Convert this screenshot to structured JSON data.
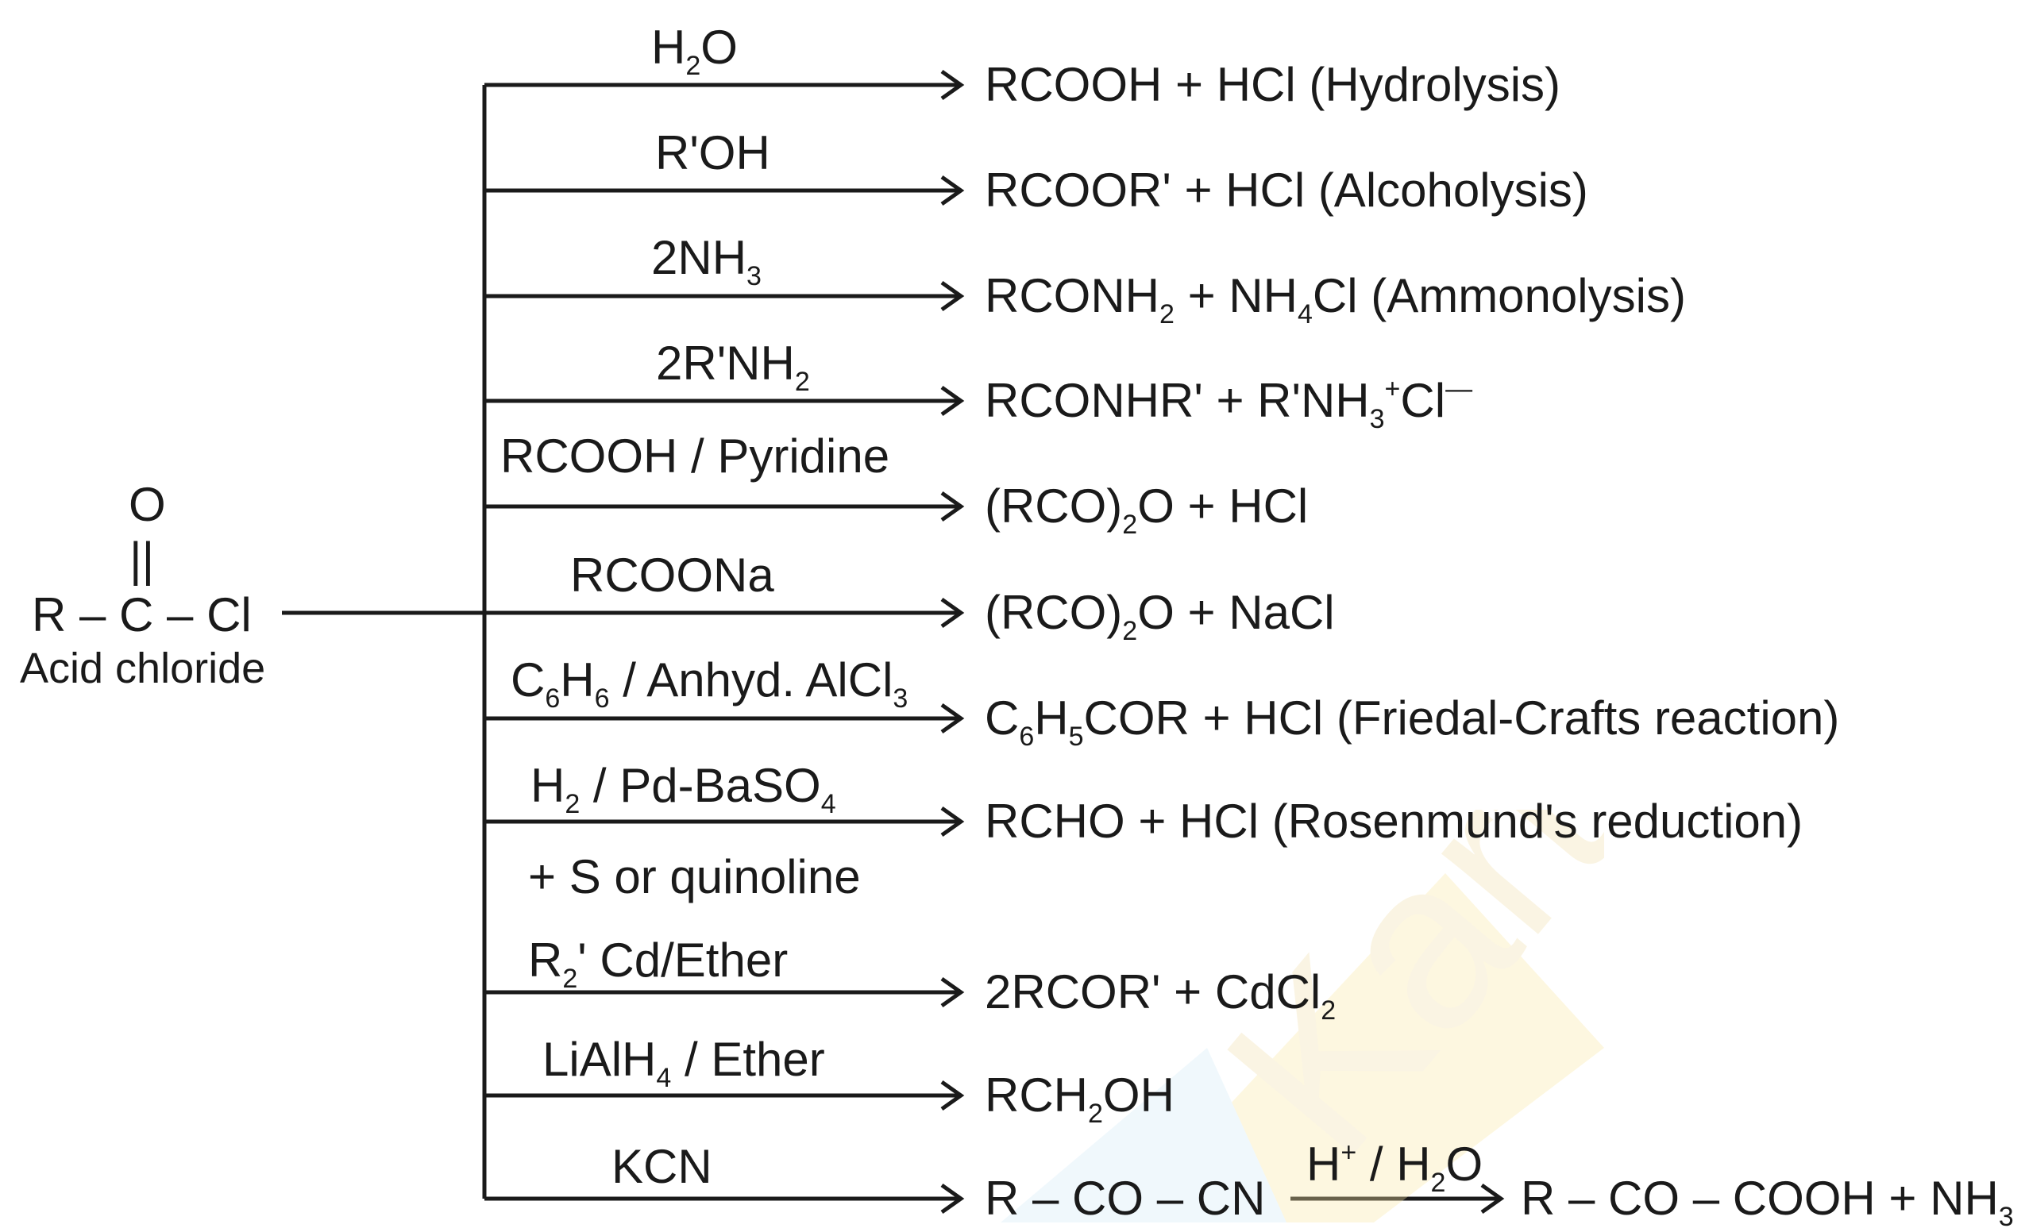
{
  "reactant": {
    "oxygen": "O",
    "double_bond": "||",
    "formula": "R – C – Cl",
    "name": "Acid chloride"
  },
  "reactions": [
    {
      "reagent": [
        [
          "H"
        ],
        [
          "2",
          "sub"
        ],
        [
          "O"
        ]
      ],
      "product": [
        [
          "RCOOH + HCl (Hydrolysis)"
        ]
      ]
    },
    {
      "reagent": [
        [
          "R'OH"
        ]
      ],
      "product": [
        [
          "RCOOR' + HCl (Alcoholysis)"
        ]
      ]
    },
    {
      "reagent": [
        [
          "2NH"
        ],
        [
          "3",
          "sub"
        ]
      ],
      "product": [
        [
          "RCONH"
        ],
        [
          "2",
          "sub"
        ],
        [
          " + NH"
        ],
        [
          "4",
          "sub"
        ],
        [
          "Cl (Ammonolysis)"
        ]
      ]
    },
    {
      "reagent": [
        [
          "2R'NH"
        ],
        [
          "2",
          "sub"
        ]
      ],
      "product": [
        [
          "RCONHR' + R'NH"
        ],
        [
          "3",
          "sub"
        ],
        [
          "+",
          "sup"
        ],
        [
          "Cl"
        ],
        [
          "—",
          "sup"
        ]
      ]
    },
    {
      "reagent": [
        [
          "RCOOH / Pyridine"
        ]
      ],
      "product": [
        [
          "(RCO)"
        ],
        [
          "2",
          "sub"
        ],
        [
          "O + HCl"
        ]
      ]
    },
    {
      "reagent": [
        [
          "RCOONa"
        ]
      ],
      "product": [
        [
          "(RCO)"
        ],
        [
          "2",
          "sub"
        ],
        [
          "O + NaCl"
        ]
      ]
    },
    {
      "reagent": [
        [
          "C"
        ],
        [
          "6",
          "sub"
        ],
        [
          "H"
        ],
        [
          "6",
          "sub"
        ],
        [
          " / Anhyd. AlCl"
        ],
        [
          "3",
          "sub"
        ]
      ],
      "product": [
        [
          "C"
        ],
        [
          "6",
          "sub"
        ],
        [
          "H"
        ],
        [
          "5",
          "sub"
        ],
        [
          "COR + HCl (Friedal-Crafts reaction)"
        ]
      ]
    },
    {
      "reagent": [
        [
          "H"
        ],
        [
          "2",
          "sub"
        ],
        [
          " / Pd-BaSO"
        ],
        [
          "4",
          "sub"
        ]
      ],
      "reagent2": [
        [
          "+ S or quinoline"
        ]
      ],
      "product": [
        [
          "RCHO + HCl (Rosenmund's reduction)"
        ]
      ]
    },
    {
      "reagent": [
        [
          "R"
        ],
        [
          "2",
          "sub"
        ],
        [
          "' Cd/Ether"
        ]
      ],
      "product": [
        [
          "2RCOR' + CdCl"
        ],
        [
          "2",
          "sub"
        ]
      ]
    },
    {
      "reagent": [
        [
          "LiAlH"
        ],
        [
          "4",
          "sub"
        ],
        [
          " / Ether"
        ]
      ],
      "product": [
        [
          "RCH"
        ],
        [
          "2",
          "sub"
        ],
        [
          "OH"
        ]
      ]
    },
    {
      "reagent": [
        [
          "KCN"
        ]
      ],
      "product": [
        [
          "R – CO – CN"
        ]
      ],
      "second_reagent": [
        [
          "H"
        ],
        [
          "+",
          "sup"
        ],
        [
          " / H"
        ],
        [
          "2",
          "sub"
        ],
        [
          "O"
        ]
      ],
      "second_product": [
        [
          "R – CO – COOH + NH"
        ],
        [
          "3",
          "sub"
        ]
      ]
    }
  ],
  "watermark": {
    "text": "Kart",
    "colors": [
      "#fce9a8",
      "#d6ecf8"
    ]
  }
}
